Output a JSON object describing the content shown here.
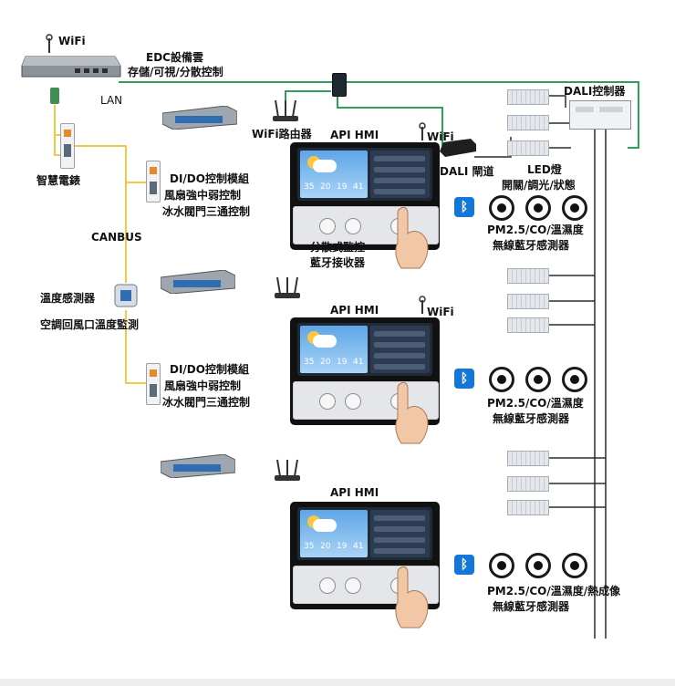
{
  "labels": {
    "wifi_top": "WiFi",
    "edc_line1": "EDC設備雲",
    "edc_line2": "存儲/可視/分散控制",
    "lan": "LAN",
    "wifi_router": "WiFi路由器",
    "api_hmi_1": "API HMI",
    "wifi_hmi_1": "WiFi",
    "dali_controller": "DALI控制器",
    "smart_meter": "智慧電錶",
    "dido_1_line1": "DI/DO控制模組",
    "dido_1_line2": "風扇強中弱控制",
    "dido_1_line3": "冰水閥門三通控制",
    "dali_gateway": "DALI 閘道",
    "led_line1": "LED燈",
    "led_line2": "開關/調光/狀態",
    "canbus": "CANBUS",
    "sensor_group_1_line1": "PM2.5/CO/溫濕度",
    "sensor_group_1_line2": "無線藍牙感測器",
    "distributed_line1": "分散式監控",
    "distributed_line2": "藍牙接收器",
    "temp_sensor": "溫度感測器",
    "return_air": "空調回風口溫度監測",
    "api_hmi_2": "API HMI",
    "wifi_hmi_2": "WiFi",
    "dido_2_line1": "DI/DO控制模組",
    "dido_2_line2": "風扇強中弱控制",
    "dido_2_line3": "冰水閥門三通控制",
    "sensor_group_2_line1": "PM2.5/CO/溫濕度",
    "sensor_group_2_line2": "無線藍牙感測器",
    "api_hmi_3": "API HMI",
    "sensor_group_3_line1": "PM2.5/CO/溫濕度/熱成像",
    "sensor_group_3_line2": "無線藍牙感測器"
  },
  "hmi_screen": {
    "temp_a": "35",
    "temp_b": "20",
    "temp_c": "19",
    "temp_d": "41"
  },
  "icons": {
    "bluetooth": "bluetooth-icon",
    "wifi": "wifi-icon"
  },
  "colors": {
    "lan_wire": "#f5c842",
    "wifi_wire": "#2e9e5b",
    "dali_wire": "#2b2b2b",
    "bluetooth": "#1476d6"
  }
}
